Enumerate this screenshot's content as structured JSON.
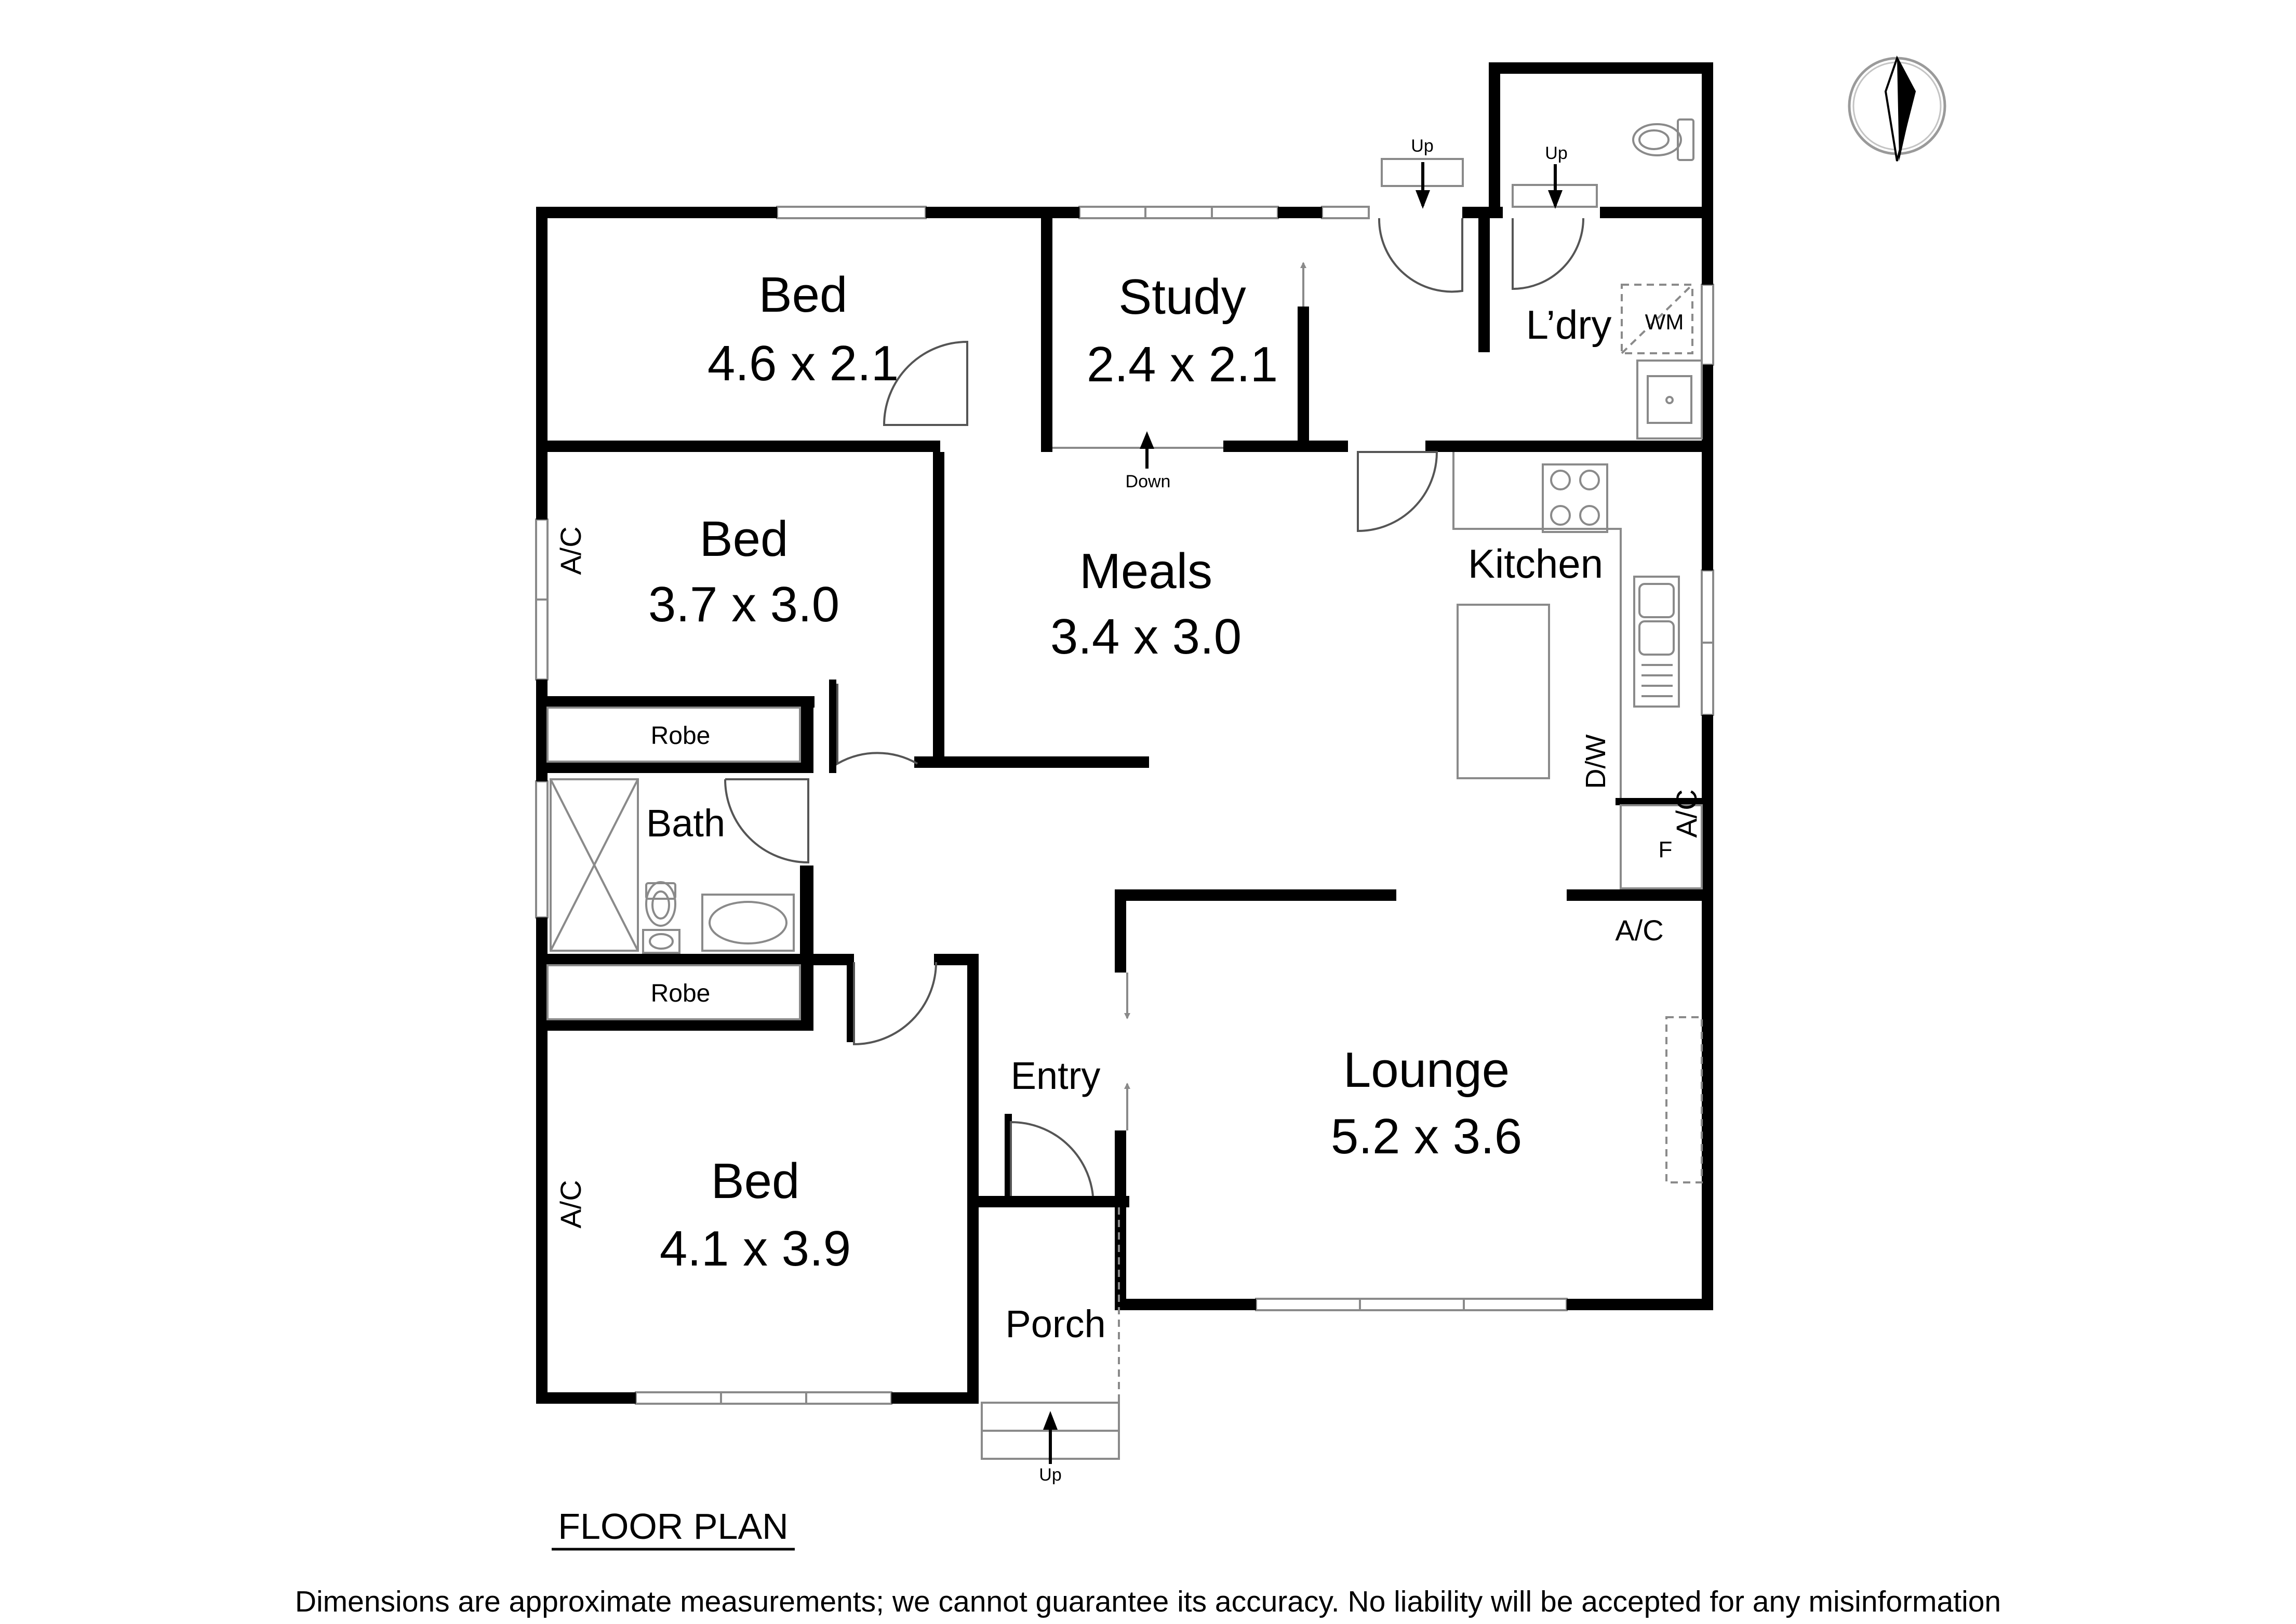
{
  "rooms": {
    "bed1": {
      "name": "Bed",
      "dims": "4.6 x 2.1"
    },
    "study": {
      "name": "Study",
      "dims": "2.4 x 2.1"
    },
    "bed2": {
      "name": "Bed",
      "dims": "3.7 x 3.0"
    },
    "meals": {
      "name": "Meals",
      "dims": "3.4 x 3.0"
    },
    "kitchen": {
      "name": "Kitchen"
    },
    "laundry": {
      "name": "L’dry"
    },
    "bath": {
      "name": "Bath"
    },
    "lounge": {
      "name": "Lounge",
      "dims": "5.2 x 3.6"
    },
    "entry": {
      "name": "Entry"
    },
    "bed3": {
      "name": "Bed",
      "dims": "4.1 x 3.9"
    },
    "porch": {
      "name": "Porch"
    }
  },
  "labels": {
    "robe_upper": "Robe",
    "robe_lower": "Robe",
    "ac_bed2": "A/C",
    "ac_bed3": "A/C",
    "ac_kitchen": "A/C",
    "ac_lounge": "A/C",
    "dw": "D/W",
    "fridge": "F",
    "wm": "WM",
    "down": "Down",
    "up_porch": "Up",
    "up_rear": "Up",
    "up_laundry": "Up"
  },
  "title": "FLOOR PLAN",
  "disclaimer": "Dimensions are approximate measurements; we cannot guarantee its accuracy. No liability will be accepted for any misinformation",
  "icons": {
    "compass": "north-arrow-icon",
    "toilet": "toilet-icon",
    "bath_tub": "bathtub-icon",
    "cooktop": "cooktop-icon",
    "sink": "sink-icon"
  }
}
